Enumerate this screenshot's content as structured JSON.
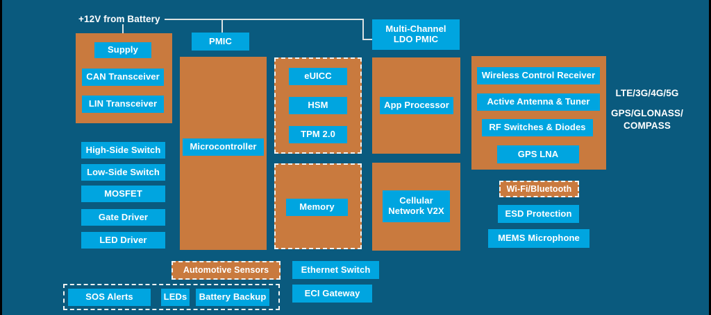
{
  "colors": {
    "background": "#0A5A7E",
    "orange": "#C97A3E",
    "cyan": "#00A5E0",
    "line": "#DCE2E2",
    "text": "#FFFFFF"
  },
  "battery": {
    "label": "+12V from Battery"
  },
  "boxes": {
    "pmic": "PMIC",
    "ldo_pmic": "Multi-Channel\nLDO PMIC",
    "microcontroller": "Microcontroller",
    "memory": "Memory",
    "app_processor": "App Processor",
    "cellular": "Cellular\nNetwork V2X",
    "wifi_bt": "Wi-Fi/Bluetooth",
    "esd": "ESD Protection",
    "mems": "MEMS Microphone",
    "automotive_sensors": "Automotive Sensors",
    "ethernet_switch": "Ethernet Switch",
    "eci_gateway": "ECI Gateway"
  },
  "supply_group": {
    "items": [
      "Supply",
      "CAN Transceiver",
      "LIN Transceiver"
    ]
  },
  "driver_column": {
    "items": [
      "High-Side Switch",
      "Low-Side Switch",
      "MOSFET",
      "Gate Driver",
      "LED Driver"
    ]
  },
  "security_group": {
    "items": [
      "eUICC",
      "HSM",
      "TPM 2.0"
    ]
  },
  "rf_group": {
    "items": [
      "Wireless Control Receiver",
      "Active Antenna & Tuner",
      "RF Switches & Diodes",
      "GPS LNA"
    ]
  },
  "sos_group": {
    "items": [
      "SOS Alerts",
      "LEDs",
      "Battery Backup"
    ]
  },
  "annotations": {
    "cellular_bands": "LTE/3G/4G/5G",
    "gnss": "GPS/GLONASS/\nCOMPASS"
  }
}
